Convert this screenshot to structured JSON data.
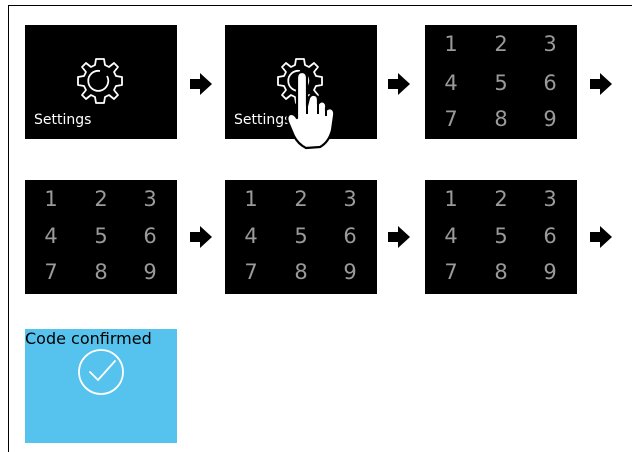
{
  "screens": {
    "settings_label_1": "Settings",
    "settings_label_2": "Settings",
    "confirm_label": "Code confirmed"
  },
  "keypad": [
    "1",
    "2",
    "3",
    "4",
    "5",
    "6",
    "7",
    "8",
    "9"
  ],
  "colors": {
    "screen_bg": "#000000",
    "confirm_bg": "#55c3ee",
    "key_text": "#9a9a9a",
    "label_text": "#ffffff"
  },
  "icons": [
    "gear-icon",
    "tap-hand-icon",
    "arrow-right-icon",
    "checkmark-circle-icon"
  ]
}
